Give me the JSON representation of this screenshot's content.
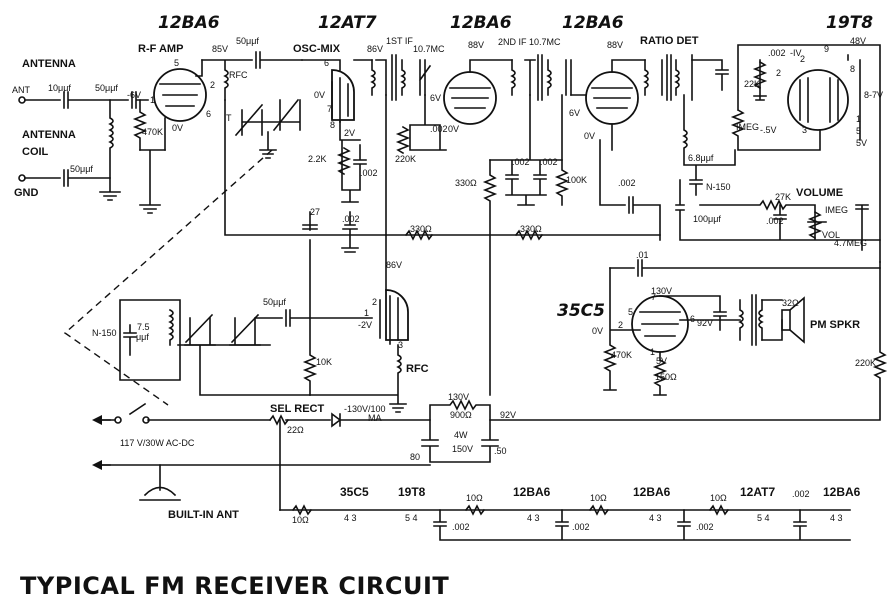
{
  "title": "TYPICAL FM RECEIVER CIRCUIT",
  "tubes": {
    "rf_amp": "12BA6",
    "osc_mix": "12AT7",
    "if1": "12BA6",
    "if2": "12BA6",
    "ratio_det": "19T8",
    "audio": "35C5"
  },
  "stages": {
    "rf_amp": "R-F AMP",
    "osc_mix": "OSC-MIX",
    "if1": "1ST IF",
    "if1_freq": "10.7MC",
    "if2": "2ND IF 10.7MC",
    "ratio_det": "RATIO DET",
    "volume": "VOLUME",
    "pm_spkr": "PM SPKR",
    "sel_rect": "SEL RECT",
    "rfc": "RFC",
    "built_in_ant": "BUILT-IN ANT"
  },
  "antenna": {
    "antenna": "ANTENNA",
    "ant": "ANT",
    "antenna_coil_1": "ANTENNA",
    "antenna_coil_2": "COIL",
    "gnd": "GND"
  },
  "power": {
    "mains": "117 V/30W AC-DC",
    "rect_out": "-130V/100",
    "rect_ma": "MA",
    "b130": "130V",
    "r900": "900Ω",
    "w4": "4W",
    "b92": "92V",
    "c80": "80",
    "c50": ".50",
    "v150": "150V",
    "r22": "22Ω"
  },
  "values": {
    "c10": "10μμf",
    "c50a": "50μμf",
    "c50b": "50μμf",
    "c50c": "50μμf",
    "c50d": "50μμf",
    "v_neg6": "-6V",
    "r470k": "470K",
    "ov": "0V",
    "v85": "85V",
    "rfc": "RFC",
    "v86a": "86V",
    "v86b": "86V",
    "v88a": "88V",
    "v88b": "88V",
    "v6a": "6V",
    "v6b": "6V",
    "v2": "2V",
    "r2k2": "2.2K",
    "c002a": ".002",
    "c002b": ".002",
    "c002c": ".002",
    "c002d": ".002",
    "c002e": ".002",
    "c002f": ".002",
    "c002g": ".002",
    "r220k": "220K",
    "r330a": "330Ω",
    "r330b": "330Ω",
    "r330c": "330Ω",
    "r100k": "100K",
    "c27": "27",
    "c002iv": ".002",
    "iv": "-IV",
    "r22k": "22K",
    "imeg": "IMEG",
    "v5neg": "-.5V",
    "v48": "48V",
    "v8_7": "8-7V",
    "c68": "6.8μμf",
    "n150a": "N-150",
    "n150b": "N-150",
    "r27k": "27K",
    "c100": "100μμf",
    "vol": "VOL",
    "imeg2": "IMEG",
    "r47meg": "4.7MEG",
    "c01": ".01",
    "v130": "130V",
    "v92": "92V",
    "ohm32": "32Ω",
    "r470k2": "470K",
    "v5": "5V",
    "r150": "150Ω",
    "r220k2": "220K",
    "r10k": "10K",
    "v2neg": "-2V",
    "c7_5": "7.5",
    "c_uuf": "μμf",
    "t": "T",
    "pin8": "8",
    "pin9": "9",
    "pin2": "2",
    "pin7": "7",
    "pin1": "1",
    "pin3": "3",
    "pin5": "5",
    "pin6": "6",
    "pin4": "4"
  },
  "heaters": {
    "labels": [
      "35C5",
      "19T8",
      "12BA6",
      "12BA6",
      "12AT7",
      "12BA6"
    ],
    "pins": [
      "4   3",
      "5   4",
      "4   3",
      "4   3",
      "5   4",
      "4   3"
    ],
    "r10": [
      "10Ω",
      "10Ω",
      "10Ω",
      "10Ω"
    ],
    "c002": [
      ".002",
      ".002",
      ".002",
      ".002",
      ".002"
    ]
  },
  "colors": {
    "ink": "#111111",
    "paper": "#ffffff"
  }
}
